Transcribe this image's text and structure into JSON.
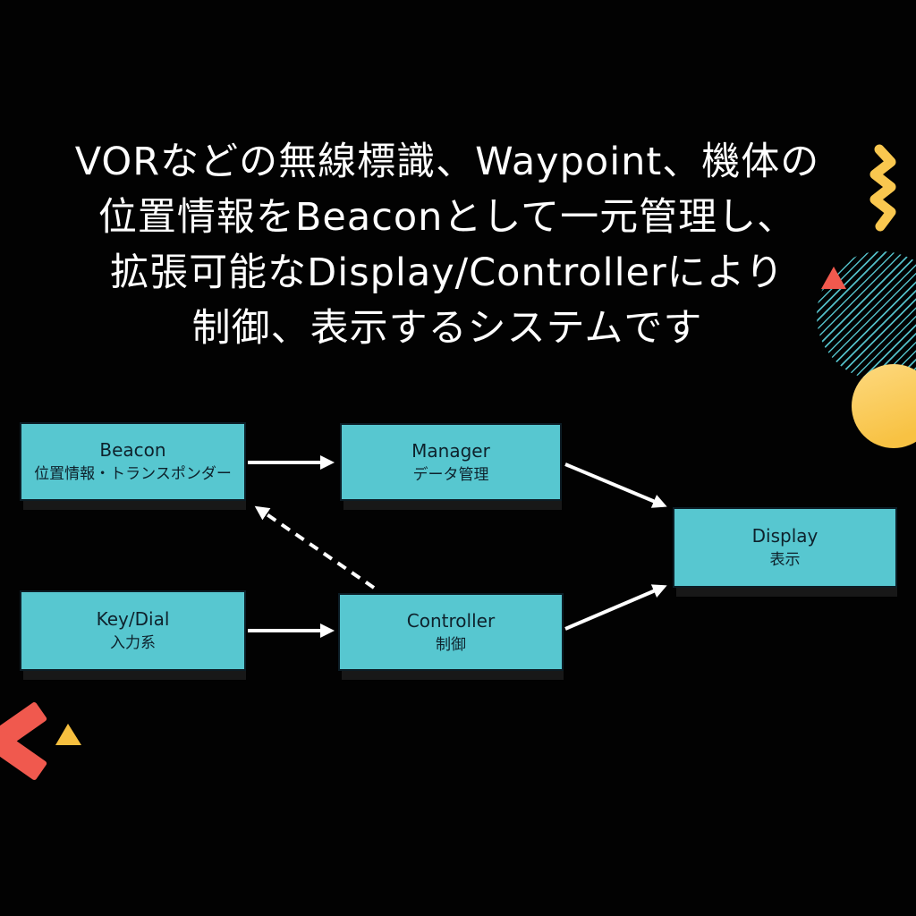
{
  "slide": {
    "title_lines": [
      "VORなどの無線標識、Waypoint、機体の",
      "位置情報をBeaconとして一元管理し、",
      "拡張可能なDisplay/Controllerにより",
      "制御、表示するシステムです"
    ],
    "diagram": {
      "nodes": [
        {
          "id": "beacon",
          "title": "Beacon",
          "subtitle": "位置情報・トランスポンダー"
        },
        {
          "id": "manager",
          "title": "Manager",
          "subtitle": "データ管理"
        },
        {
          "id": "display",
          "title": "Display",
          "subtitle": "表示"
        },
        {
          "id": "keydial",
          "title": "Key/Dial",
          "subtitle": "入力系"
        },
        {
          "id": "controller",
          "title": "Controller",
          "subtitle": "制御"
        }
      ],
      "edges": [
        {
          "from": "beacon",
          "to": "manager",
          "style": "solid"
        },
        {
          "from": "manager",
          "to": "display",
          "style": "solid"
        },
        {
          "from": "keydial",
          "to": "controller",
          "style": "solid"
        },
        {
          "from": "controller",
          "to": "display",
          "style": "solid"
        },
        {
          "from": "controller",
          "to": "beacon",
          "style": "dashed"
        }
      ]
    },
    "decorations": [
      {
        "name": "yellow-zigzag",
        "color": "#f9c74f"
      },
      {
        "name": "striped-circle",
        "color": "#57c7d0"
      },
      {
        "name": "red-triangle",
        "color": "#f0594e"
      },
      {
        "name": "yellow-circle",
        "color": "#f8c243"
      },
      {
        "name": "red-cross",
        "color": "#f0594e"
      },
      {
        "name": "yellow-triangle",
        "color": "#f6bf3f"
      }
    ],
    "colors": {
      "background": "#020202",
      "node_fill": "#57c7d0",
      "node_border": "#0c1d26",
      "node_text": "#0e222c",
      "arrow": "#ffffff",
      "title_text": "#ffffff"
    }
  }
}
